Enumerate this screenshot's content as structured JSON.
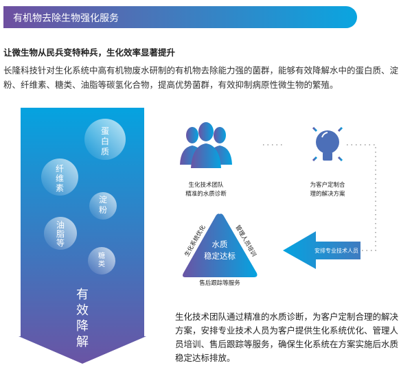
{
  "banner": {
    "title": "有机物去除生物强化服务"
  },
  "subtitle": "让微生物从民兵变特种兵，生化效率显著提升",
  "description": "长隆科技针对生化系统中高有机物废水研制的有机物去除能力强的菌群，能够有效降解水中的蛋白质、淀粉、纤维素、糖类、油脂等碳氢化合物，提高优势菌群，有效抑制病原性微生物的繁殖。",
  "arrow": {
    "bubbles": [
      {
        "label": "蛋白质"
      },
      {
        "label": "纤维素"
      },
      {
        "label": "淀粉"
      },
      {
        "label": "油脂等"
      },
      {
        "label": "糖类"
      }
    ],
    "caption": "有效降解"
  },
  "diagram": {
    "team_label_1": "生化技术团队",
    "team_label_2": "精准的水质诊断",
    "solution_label_1": "为客户定制合",
    "solution_label_2": "理的解决方案",
    "staff_arrow": "安排专业技术人员",
    "triangle_center_1": "水质",
    "triangle_center_2": "稳定达标",
    "triangle_left": "生化系统优化",
    "triangle_right": "管理人员培训",
    "triangle_bottom": "售后跟踪等服务"
  },
  "summary": "生化技术团队通过精准的水质诊断，为客户定制合理的解决方案，安排专业技术人员为客户提供生化系统优化、管理人员培训、售后跟踪等服务，确保生化系统在方案实施后水质稳定达标排放。",
  "colors": {
    "purple": "#6e4fa0",
    "blue": "#0aa5e0"
  }
}
